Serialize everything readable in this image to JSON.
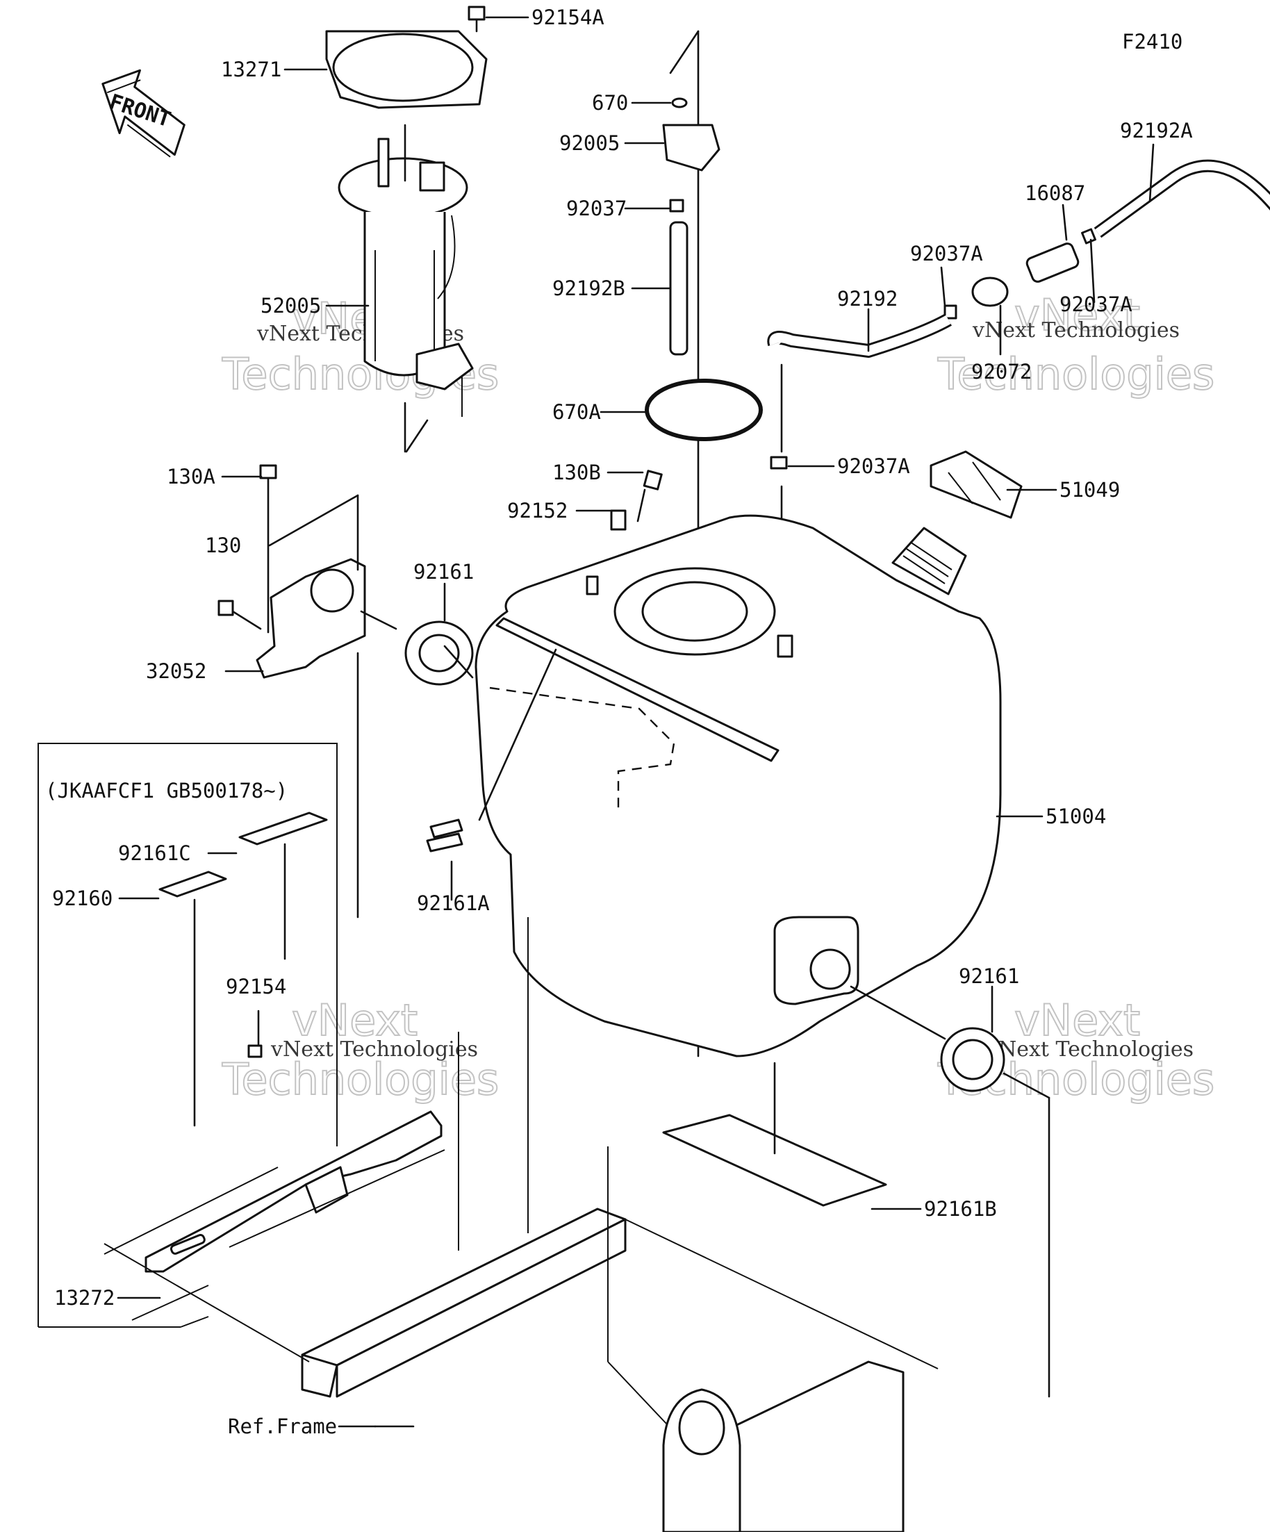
{
  "diagram_code": "F2410",
  "front_arrow_label": "FRONT",
  "variant_box_label": "(JKAAFCF1 GB500178~)",
  "watermark": {
    "line1": "vNext",
    "line2": "Technologies",
    "caption": "vNext Technologies"
  },
  "parts": {
    "p92154A": "92154A",
    "p13271": "13271",
    "p52005": "52005",
    "p670": "670",
    "p92005": "92005",
    "p92037": "92037",
    "p92192B": "92192B",
    "p670A": "670A",
    "p92192A": "92192A",
    "p16087": "16087",
    "p92037A_top": "92037A",
    "p92037A_right": "92037A",
    "p92192": "92192",
    "p92072": "92072",
    "p92037A_mid": "92037A",
    "p51049": "51049",
    "p130A": "130A",
    "p130B": "130B",
    "p92152": "92152",
    "p130": "130",
    "p92161_left": "92161",
    "p32052": "32052",
    "p51004": "51004",
    "p92161C": "92161C",
    "p92160": "92160",
    "p92161A": "92161A",
    "p92154": "92154",
    "p92161_right": "92161",
    "p92161B": "92161B",
    "p13272": "13272",
    "refFrame": "Ref.Frame"
  }
}
